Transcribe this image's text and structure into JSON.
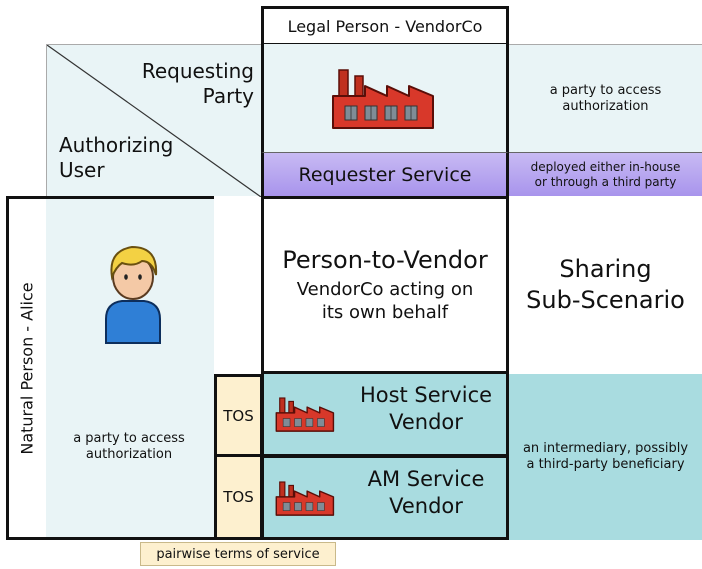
{
  "header": {
    "legal_person": "Legal Person - VendorCo"
  },
  "corner": {
    "requesting_party": "Requesting\nParty",
    "authorizing_user": "Authorizing\nUser"
  },
  "vendor": {
    "icon": "factory-icon",
    "requester_service": "Requester Service"
  },
  "right_notes": {
    "party_access": "a party to access\nauthorization",
    "deployed": "deployed either in-house\nor through a third party",
    "intermediary": "an intermediary, possibly\na third-party beneficiary"
  },
  "center": {
    "title": "Person-to-Vendor",
    "subtitle": "VendorCo acting on\nits own behalf",
    "sharing": "Sharing\nSub-Scenario"
  },
  "person": {
    "label": "Natural Person - Alice",
    "icon": "person-icon",
    "party_access": "a party to access\nauthorization"
  },
  "services": [
    {
      "tos": "TOS",
      "icon": "factory-icon",
      "label": "Host Service\nVendor"
    },
    {
      "tos": "TOS",
      "icon": "factory-icon",
      "label": "AM Service\nVendor"
    }
  ],
  "footer": {
    "pairwise": "pairwise terms of service"
  },
  "colors": {
    "pale": "#e9f4f6",
    "teal": "#a9dce0",
    "purple": "#b4a4ef",
    "cream": "#fdf0cf",
    "factory_red": "#d8382a"
  }
}
